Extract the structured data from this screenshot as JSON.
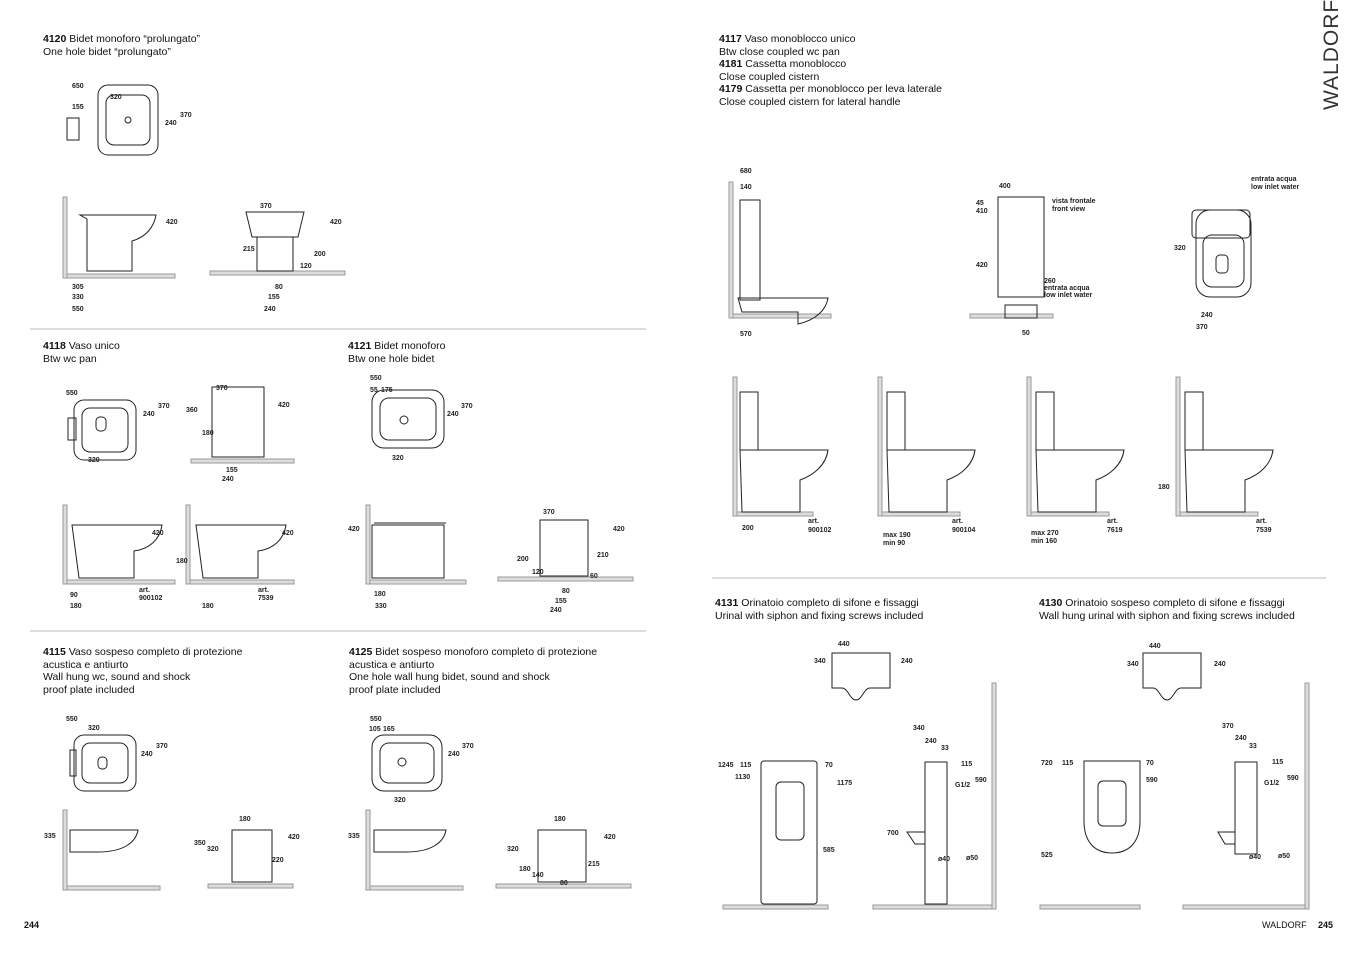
{
  "brand_vertical": "WALDORF",
  "footer": {
    "left_page": "244",
    "right_brand": "WALDORF",
    "right_page": "245"
  },
  "products": {
    "p4120": {
      "code": "4120",
      "l1": "Bidet monoforo “prolungato”",
      "l2": "One hole bidet “prolungato”"
    },
    "p4118": {
      "code": "4118",
      "l1": "Vaso unico",
      "l2": "Btw wc pan"
    },
    "p4121": {
      "code": "4121",
      "l1": "Bidet monoforo",
      "l2": "Btw one hole bidet"
    },
    "p4115": {
      "code": "4115",
      "l1": "Vaso sospeso completo di protezione",
      "l2": "acustica e antiurto",
      "l3": "Wall hung wc, sound and shock",
      "l4": "proof plate included"
    },
    "p4125": {
      "code": "4125",
      "l1": "Bidet sospeso monoforo completo di protezione",
      "l2": "acustica e antiurto",
      "l3": "One hole wall hung bidet, sound and shock",
      "l4": "proof plate included"
    },
    "p4117": {
      "code": "4117",
      "l1": "Vaso monoblocco unico",
      "l2": "Btw close coupled wc pan",
      "code2": "4181",
      "l3": "Cassetta monoblocco",
      "l4": "Close coupled cistern",
      "code3": "4179",
      "l5": "Cassetta per monoblocco per leva laterale",
      "l6": "Close coupled cistern for lateral handle"
    },
    "p4131": {
      "code": "4131",
      "l1": "Orinatoio completo di sifone e fissaggi",
      "l2": "Urinal with siphon and fixing screws included"
    },
    "p4130": {
      "code": "4130",
      "l1": "Orinatoio sospeso completo di sifone e fissaggi",
      "l2": "Wall hung urinal with siphon and fixing screws included"
    }
  },
  "dims": {
    "a": [
      "650",
      "320",
      "155",
      "370",
      "240",
      "420",
      "305",
      "330",
      "550",
      "370",
      "420",
      "215",
      "200",
      "120",
      "80",
      "155",
      "240"
    ],
    "b": [
      "550",
      "370",
      "240",
      "320",
      "370",
      "420",
      "360",
      "180",
      "155",
      "240",
      "420",
      "90",
      "180",
      "art.",
      "900102",
      "180",
      "420",
      "180",
      "art.",
      "7539"
    ],
    "c": [
      "550",
      "55",
      "175",
      "370",
      "240",
      "320",
      "420",
      "180",
      "330",
      "370",
      "420",
      "210",
      "200",
      "120",
      "60",
      "80",
      "155",
      "240"
    ],
    "d": [
      "550",
      "320",
      "370",
      "240",
      "335",
      "180",
      "420",
      "350",
      "320",
      "220"
    ],
    "e": [
      "550",
      "105",
      "165",
      "370",
      "240",
      "320",
      "335",
      "180",
      "420",
      "320",
      "215",
      "180",
      "140",
      "80"
    ],
    "f": [
      "680",
      "140",
      "570",
      "400",
      "45",
      "410",
      "420",
      "260",
      "entrata acqua",
      "low inlet water",
      "vista frontale",
      "front view",
      "50",
      "entrata acqua",
      "low inlet water",
      "320",
      "240",
      "370"
    ],
    "g": [
      "200",
      "art.",
      "900102",
      "max 190",
      "min  90",
      "art.",
      "900104",
      "max 270",
      "min  160",
      "art.",
      "7619",
      "180",
      "art.",
      "7539"
    ],
    "h": [
      "440",
      "340",
      "240",
      "1245",
      "115",
      "1130",
      "70",
      "1175",
      "585",
      "340",
      "240",
      "33",
      "115",
      "590",
      "G1/2",
      "700",
      "ø40",
      "ø50"
    ],
    "i": [
      "440",
      "340",
      "240",
      "720",
      "115",
      "70",
      "590",
      "525",
      "370",
      "240",
      "33",
      "115",
      "590",
      "G1/2",
      "ø40",
      "ø50"
    ]
  }
}
